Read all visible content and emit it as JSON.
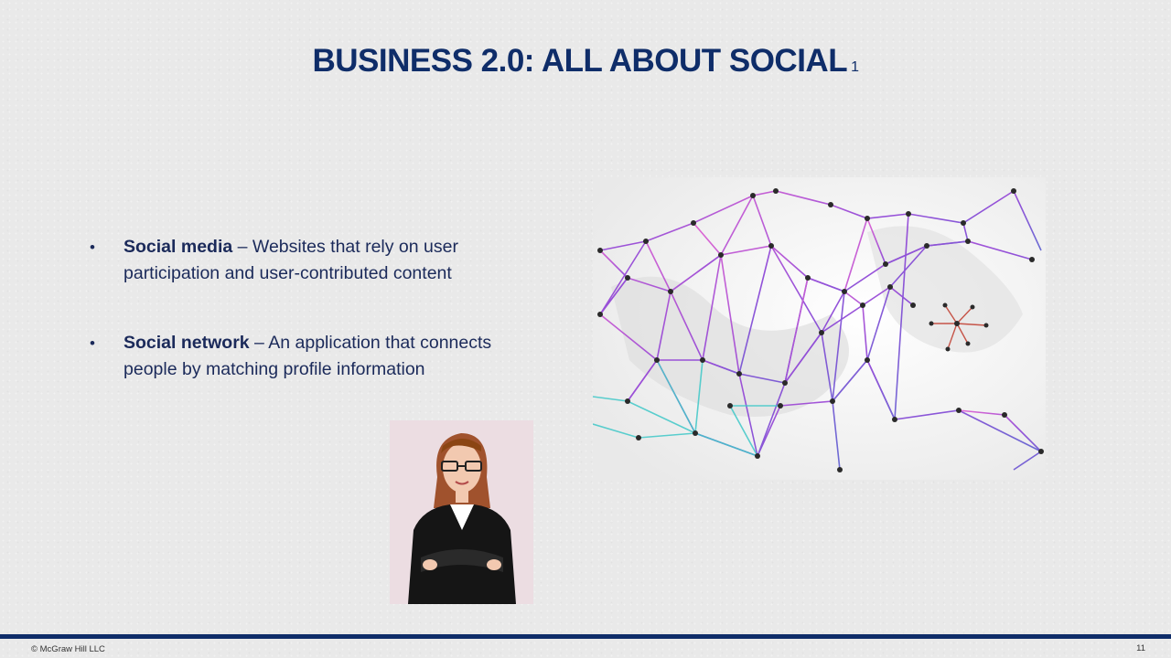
{
  "slide": {
    "title": "BUSINESS 2.0: ALL ABOUT SOCIAL",
    "title_superscript": "1",
    "bullets": [
      {
        "term": "Social media",
        "definition": " – Websites that rely on user participation and user-contributed content"
      },
      {
        "term": "Social network",
        "definition": " – An application that connects people by matching profile information"
      }
    ],
    "bullet_glyph": "•"
  },
  "images": {
    "network_icon": "network-map-icon",
    "avatar_icon": "presenter-avatar-icon"
  },
  "footer": {
    "copyright": "© McGraw Hill LLC",
    "page_number": "11"
  },
  "colors": {
    "title": "#0f2d69",
    "body_text": "#1b2a5a",
    "footer_bar": "#0f2d69",
    "avatar_bg": "#ecdde2"
  }
}
